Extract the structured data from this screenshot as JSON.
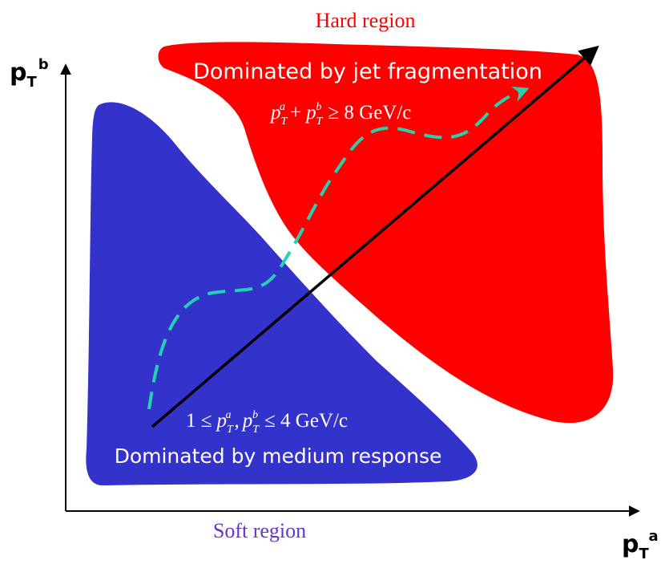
{
  "regions": {
    "hard": {
      "title": "Hard region",
      "description": "Dominated by jet fragmentation",
      "condition": "≥ 8 GeV/c",
      "color": "#ff0000",
      "title_color": "#ff0000"
    },
    "soft": {
      "title": "Soft region",
      "description": "Dominated by medium response",
      "condition_prefix": "1 ≤",
      "condition_suffix": "≤ 4 GeV/c",
      "color": "#3333cc",
      "title_color": "#6633cc"
    }
  },
  "axes": {
    "x_label_main": "p",
    "x_label_sub": "T",
    "x_label_sup": "a",
    "y_label_main": "p",
    "y_label_sub": "T",
    "y_label_sup": "b"
  },
  "symbols": {
    "p": "p",
    "T": "T",
    "a": "a",
    "b": "b",
    "plus": "+",
    "comma": ","
  },
  "arrows": {
    "diagonal_color": "#000000",
    "path_color": "#22d3b0"
  }
}
